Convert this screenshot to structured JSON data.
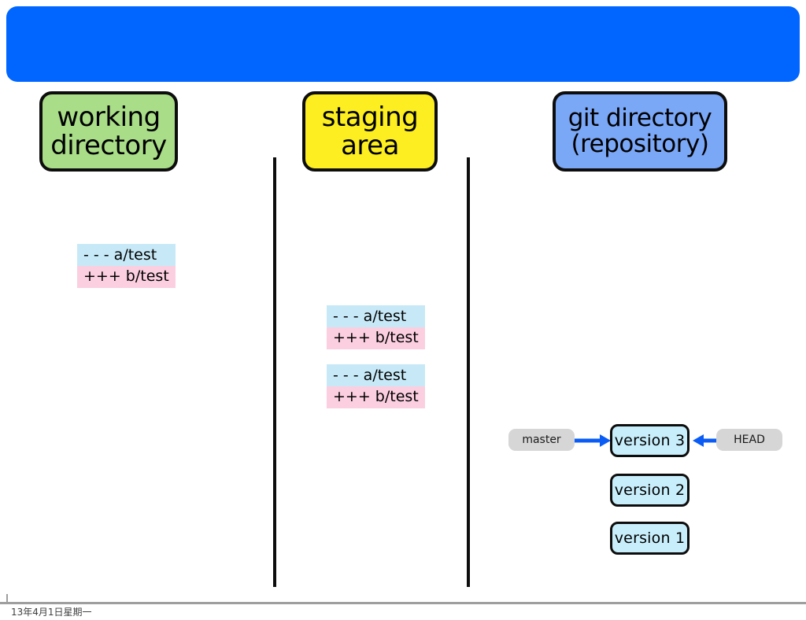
{
  "slide": {
    "banner_color": "#0066ff",
    "background_color": "#ffffff"
  },
  "columns": [
    {
      "key": "working",
      "title_line1": "working",
      "title_line2": "directory",
      "color": "#a9dd88"
    },
    {
      "key": "staging",
      "title_line1": "staging",
      "title_line2": "area",
      "color": "#fcee21"
    },
    {
      "key": "gitdir",
      "title_line1": "git directory",
      "title_line2": "(repository)",
      "color": "#7ba7f7"
    }
  ],
  "diffs": {
    "minus_color": "#c7e9f7",
    "plus_color": "#fbcfe0",
    "working": [
      {
        "minus": "- - - a/test",
        "plus": "+++ b/test"
      }
    ],
    "staging": [
      {
        "minus": "- - - a/test",
        "plus": "+++ b/test"
      },
      {
        "minus": "- - - a/test",
        "plus": "+++ b/test"
      }
    ]
  },
  "repository": {
    "box_color": "#c8eefb",
    "versions": [
      {
        "label": "version 3"
      },
      {
        "label": "version 2"
      },
      {
        "label": "version 1"
      }
    ],
    "refs": {
      "branch": "master",
      "head": "HEAD",
      "label_color": "#d6d6d6",
      "arrow_color": "#0a5cf5"
    }
  },
  "footer": {
    "date": "13年4月1日星期一"
  }
}
